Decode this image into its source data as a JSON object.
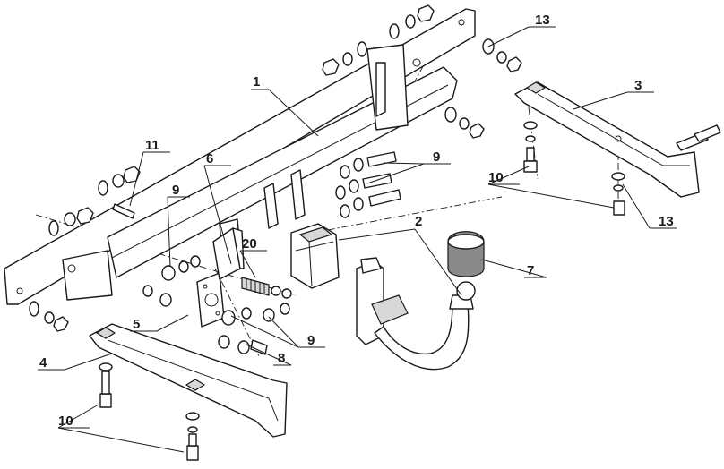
{
  "diagram": {
    "callouts": [
      {
        "id": "c1",
        "text": "1"
      },
      {
        "id": "c2",
        "text": "2"
      },
      {
        "id": "c3",
        "text": "3"
      },
      {
        "id": "c4",
        "text": "4"
      },
      {
        "id": "c5",
        "text": "5"
      },
      {
        "id": "c6",
        "text": "6"
      },
      {
        "id": "c7",
        "text": "7"
      },
      {
        "id": "c8",
        "text": "8"
      },
      {
        "id": "c9a",
        "text": "9"
      },
      {
        "id": "c9b",
        "text": "9"
      },
      {
        "id": "c9c",
        "text": "9"
      },
      {
        "id": "c10a",
        "text": "10"
      },
      {
        "id": "c10b",
        "text": "10"
      },
      {
        "id": "c11",
        "text": "11"
      },
      {
        "id": "c13a",
        "text": "13"
      },
      {
        "id": "c13b",
        "text": "13"
      },
      {
        "id": "c20",
        "text": "20"
      }
    ],
    "colors": {
      "line": "#1a1a1a",
      "fill": "#ffffff",
      "shade": "#d8d8d8"
    }
  }
}
